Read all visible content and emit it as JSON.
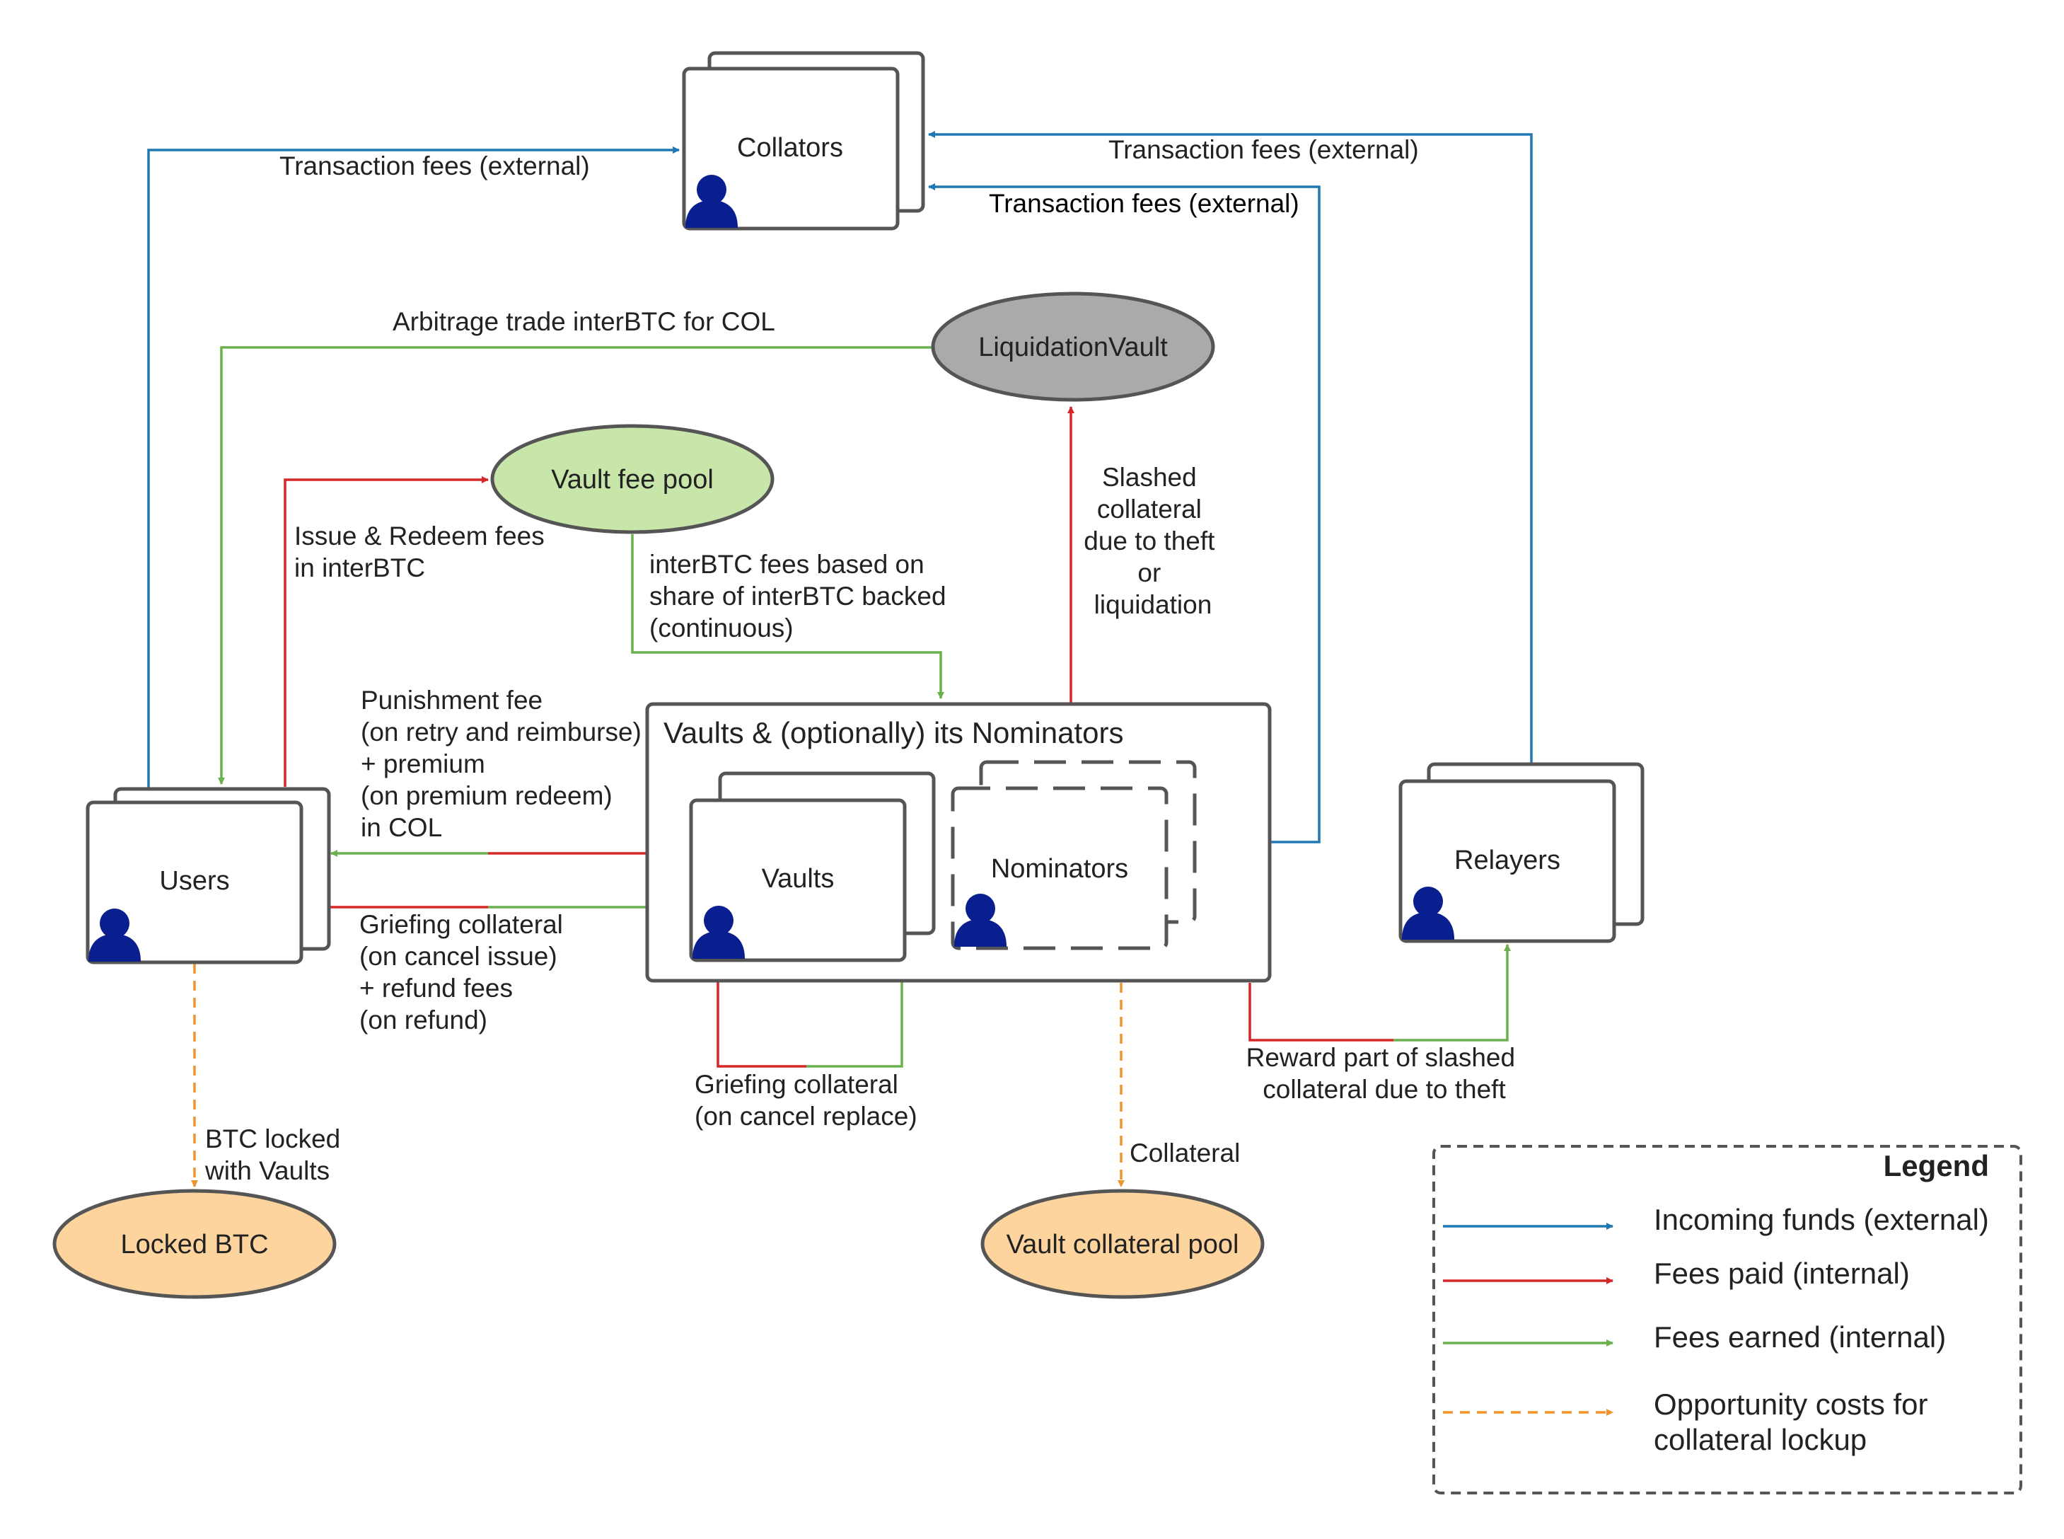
{
  "colors": {
    "external": "#1f77b4",
    "fees_paid": "#d62728",
    "fees_earned": "#6ab04c",
    "opportunity": "#f0932b",
    "box_stroke": "#555555",
    "person": "#0a1f8f",
    "vault_fee_pool_fill": "#c8e6a9",
    "liquidation_fill": "#aaaaaa",
    "locked_fill": "#fdd49e"
  },
  "nodes": {
    "collators": "Collators",
    "liquidation_vault": "LiquidationVault",
    "vault_fee_pool": "Vault fee pool",
    "users": "Users",
    "vaults_group": "Vaults & (optionally) its Nominators",
    "vaults": "Vaults",
    "nominators": "Nominators",
    "relayers": "Relayers",
    "locked_btc": "Locked BTC",
    "vault_collateral_pool": "Vault collateral pool"
  },
  "edges": {
    "tx_fees_users": "Transaction fees (external)",
    "tx_fees_relayers": "Transaction fees (external)",
    "tx_fees_vaults": "Transaction fees (external)",
    "arbitrage": "Arbitrage trade interBTC for COL",
    "issue_redeem": [
      "Issue & Redeem fees",
      "in interBTC"
    ],
    "interbtc_fees": [
      "interBTC fees based on",
      "share of interBTC backed",
      "(continuous)"
    ],
    "slashed": [
      "Slashed",
      "collateral",
      "due to theft",
      "or",
      "liquidation"
    ],
    "punishment": [
      "Punishment fee",
      "(on retry and reimburse)",
      "+ premium",
      "(on premium redeem)",
      "in COL"
    ],
    "griefing_users": [
      "Griefing collateral",
      "(on cancel issue)",
      "+ refund fees",
      "(on refund)"
    ],
    "griefing_replace": [
      "Griefing collateral",
      "(on cancel replace)"
    ],
    "reward": [
      "Reward part of slashed",
      "collateral due to theft"
    ],
    "btc_locked": [
      "BTC locked",
      "with Vaults"
    ],
    "collateral": "Collateral"
  },
  "legend": {
    "title": "Legend",
    "items": [
      {
        "key": "external",
        "label": [
          "Incoming funds (external)"
        ],
        "dashed": false
      },
      {
        "key": "fees_paid",
        "label": [
          "Fees paid (internal)"
        ],
        "dashed": false
      },
      {
        "key": "fees_earned",
        "label": [
          "Fees earned (internal)"
        ],
        "dashed": false
      },
      {
        "key": "opportunity",
        "label": [
          "Opportunity costs for",
          "collateral lockup"
        ],
        "dashed": true
      }
    ]
  }
}
